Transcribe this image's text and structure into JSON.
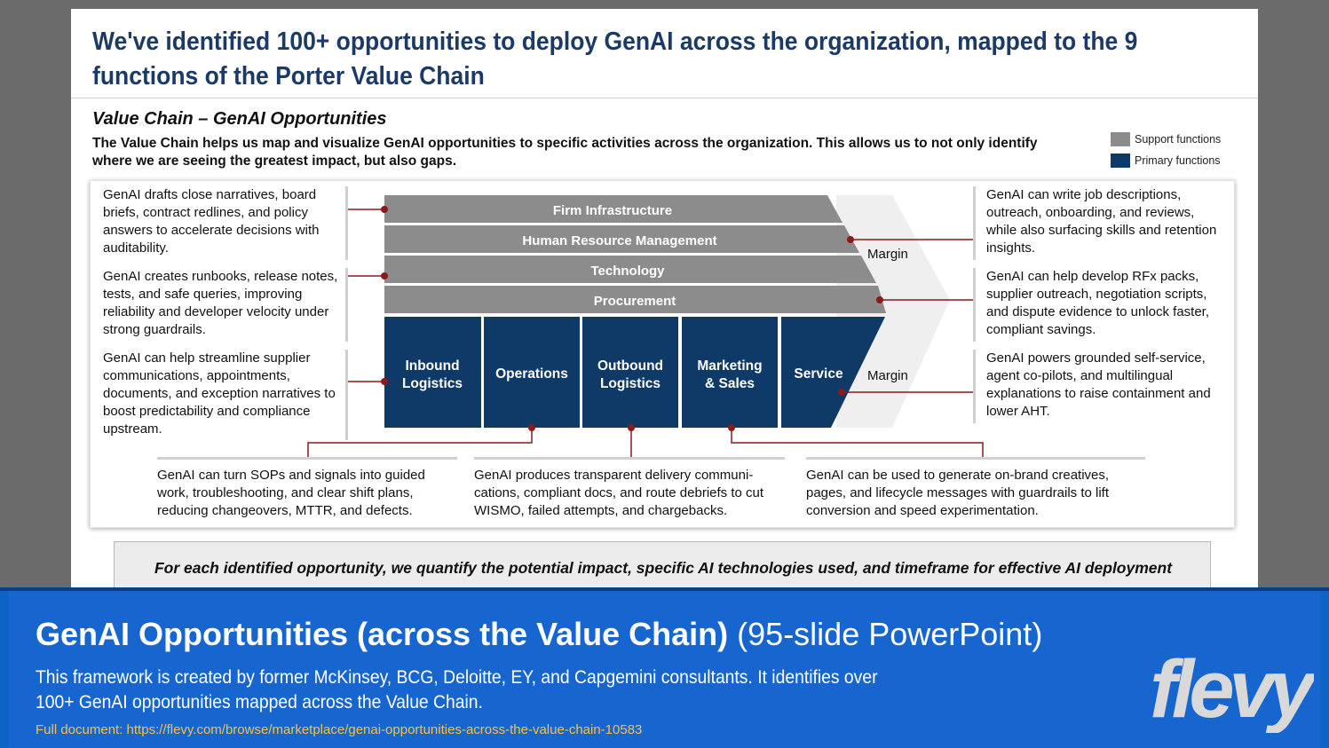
{
  "slide": {
    "title": "We've identified 100+ opportunities to deploy GenAI across the organization, mapped to the 9 functions of the Porter Value Chain",
    "section_title": "Value Chain – GenAI Opportunities",
    "section_desc": "The Value Chain helps us map and visualize GenAI opportunities to specific activities across the organization. This allows us to not only identify where we are seeing the greatest impact, but also gaps.",
    "legend": [
      {
        "label": "Support functions",
        "color": "#8c8c8c"
      },
      {
        "label": "Primary functions",
        "color": "#0f3a68"
      }
    ],
    "support_functions": [
      "Firm Infrastructure",
      "Human Resource Management",
      "Technology",
      "Procurement"
    ],
    "primary_functions": [
      "Inbound Logistics",
      "Operations",
      "Outbound Logistics",
      "Marketing & Sales",
      "Service"
    ],
    "margin_label_top": "Margin",
    "margin_label_bottom": "Margin",
    "left_notes": [
      "GenAI drafts close narratives, board briefs, contract redlines, and policy answers to accelerate decisions with auditability.",
      "GenAI creates runbooks, release notes, tests, and safe queries, improving reliability and developer velocity under strong guardrails.",
      "GenAI can help streamline supplier communications, appointments, documents, and exception narratives to boost predictability and compliance upstream."
    ],
    "right_notes": [
      "GenAI can write job descriptions, outreach, onboarding, and reviews, while also surfacing skills and retention insights.",
      "GenAI can help develop RFx packs, supplier outreach, negotiation scripts, and dispute evidence to unlock faster, compliant savings.",
      "GenAI powers grounded self-service, agent co-pilots, and multilingual explanations to raise containment and lower AHT."
    ],
    "bottom_notes": [
      "GenAI can turn SOPs and signals into guided work, troubleshooting, and clear shift plans, reducing changeovers, MTTR, and defects.",
      "GenAI produces transparent delivery communi-cations, compliant docs, and route debriefs to cut WISMO, failed attempts, and chargebacks.",
      "GenAI can be used to generate on-brand creatives, pages, and lifecycle messages with guardrails to lift conversion and speed experimentation."
    ],
    "summary": "For each identified opportunity, we quantify the potential impact, specific AI technologies used, and timeframe for effective AI deployment",
    "colors": {
      "support": "#8c8c8c",
      "primary": "#0f3a68",
      "connector": "#8b1a1a",
      "title": "#1b3a66"
    }
  },
  "banner": {
    "title_bold": "GenAI Opportunities (across the Value Chain)",
    "title_light": "(95-slide PowerPoint)",
    "description": "This framework is created by former McKinsey, BCG, Deloitte, EY, and Capgemini consultants. It identifies over 100+ GenAI opportunities mapped across the Value Chain.",
    "link": "Full document: https://flevy.com/browse/marketplace/genai-opportunities-across-the-value-chain-10583",
    "logo_text": "flevy"
  }
}
